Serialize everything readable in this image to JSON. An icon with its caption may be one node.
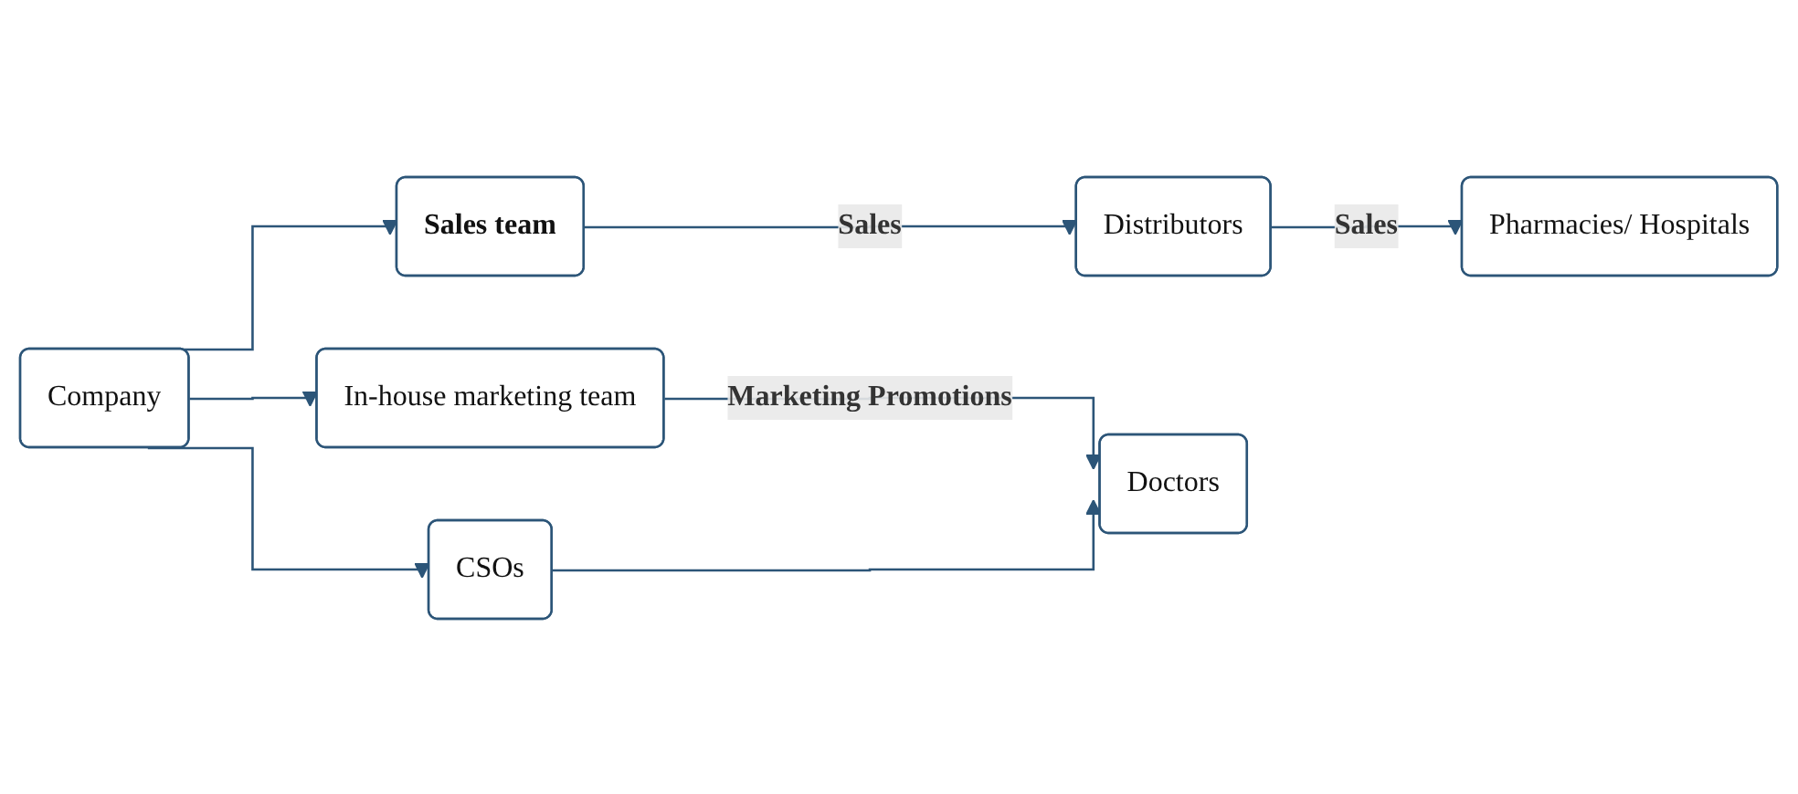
{
  "diagram": {
    "nodes": [
      {
        "text": [
          "Company"
        ]
      },
      {
        "text": [
          "Sales team"
        ]
      },
      {
        "text": [
          "Distributors"
        ]
      },
      {
        "text": [
          "Pharmacies/ Hospitals"
        ]
      },
      {
        "text": [
          "In-house marketing team"
        ]
      },
      {
        "text": [
          "CSOs"
        ]
      },
      {
        "text": [
          "Doctors"
        ]
      }
    ],
    "edges": [
      {
        "from": 0,
        "to": 1,
        "arrow": "to"
      },
      {
        "from": 1,
        "to": 2,
        "label": "Sales",
        "arrow": "to"
      },
      {
        "from": 2,
        "to": 3,
        "label": "Sales",
        "arrow": "to"
      },
      {
        "from": 0,
        "to": 4,
        "arrow": "to"
      },
      {
        "from": 0,
        "to": 5,
        "arrow": "to"
      },
      {
        "from": 4,
        "to": 6,
        "label": "Marketing Promotions",
        "arrow": "to"
      },
      {
        "from": 5,
        "to": 6,
        "arrow": "to"
      }
    ]
  }
}
